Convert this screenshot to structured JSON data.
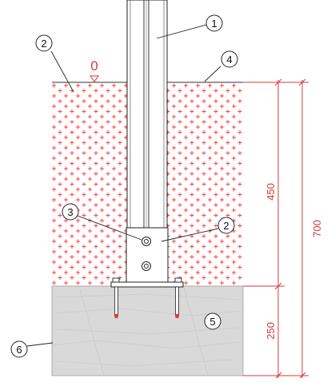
{
  "callouts": [
    {
      "num": "1"
    },
    {
      "num": "2"
    },
    {
      "num": "4"
    },
    {
      "num": "3"
    },
    {
      "num": "2"
    },
    {
      "num": "5"
    },
    {
      "num": "6"
    }
  ],
  "ground_level": "0",
  "dimensions": {
    "upper": "450",
    "lower": "250",
    "total": "700"
  },
  "colors": {
    "fill_marks": "#ff3b3b",
    "dimension_line": "#d83a3a",
    "concrete": "#d9d9d9",
    "outline": "#222222"
  }
}
